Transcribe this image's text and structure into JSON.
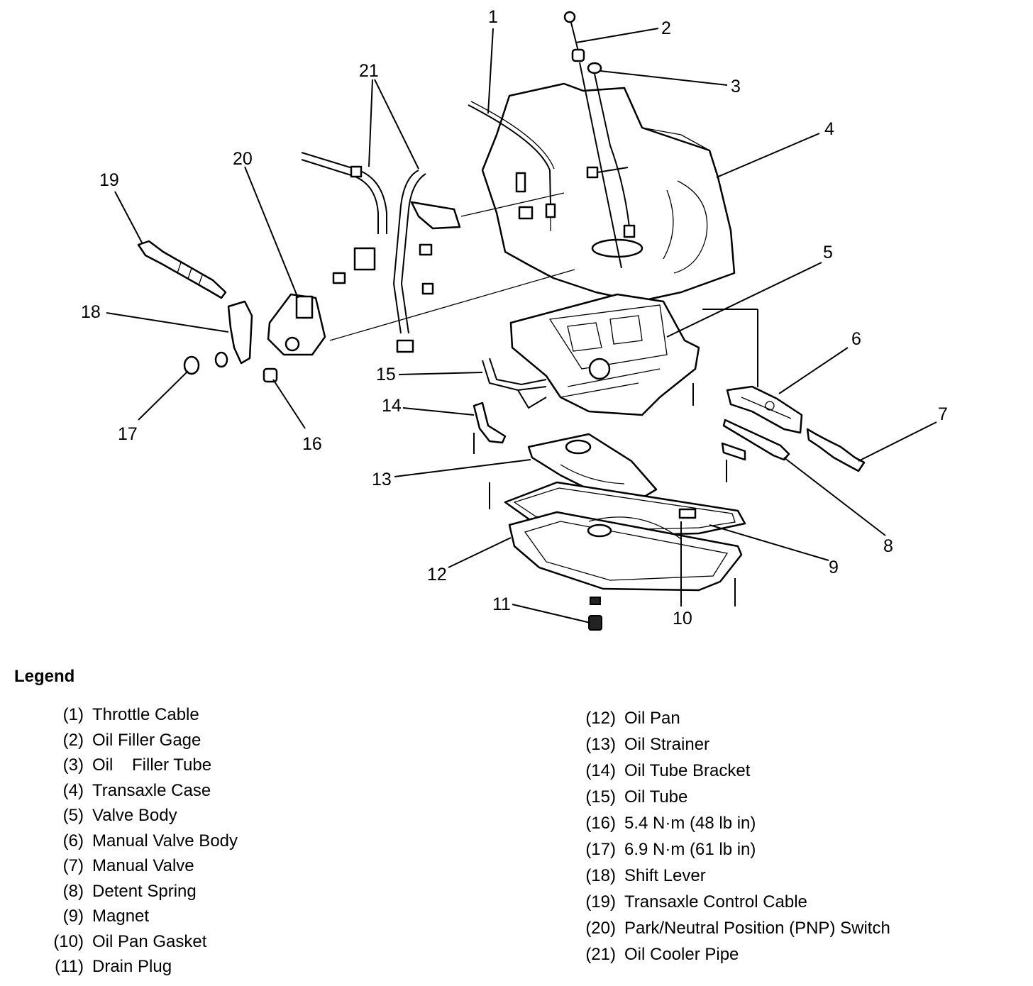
{
  "callouts": [
    "1",
    "2",
    "3",
    "4",
    "5",
    "6",
    "7",
    "8",
    "9",
    "10",
    "11",
    "12",
    "13",
    "14",
    "15",
    "16",
    "17",
    "18",
    "19",
    "20",
    "21"
  ],
  "legend": {
    "title": "Legend",
    "left": [
      {
        "num": "(1)",
        "label": "Throttle Cable"
      },
      {
        "num": "(2)",
        "label": "Oil Filler Gage"
      },
      {
        "num": "(3)",
        "label": "Oil    Filler Tube"
      },
      {
        "num": "(4)",
        "label": "Transaxle Case"
      },
      {
        "num": "(5)",
        "label": "Valve Body"
      },
      {
        "num": "(6)",
        "label": "Manual Valve Body"
      },
      {
        "num": "(7)",
        "label": "Manual Valve"
      },
      {
        "num": "(8)",
        "label": "Detent Spring"
      },
      {
        "num": "(9)",
        "label": "Magnet"
      },
      {
        "num": "(10)",
        "label": "Oil Pan Gasket"
      },
      {
        "num": "(11)",
        "label": "Drain Plug"
      }
    ],
    "right": [
      {
        "num": "(12)",
        "label": "Oil Pan"
      },
      {
        "num": "(13)",
        "label": "Oil Strainer"
      },
      {
        "num": "(14)",
        "label": "Oil Tube Bracket"
      },
      {
        "num": "(15)",
        "label": "Oil Tube"
      },
      {
        "num": "(16)",
        "label": "5.4 N·m (48 lb in)"
      },
      {
        "num": "(17)",
        "label": "6.9 N·m (61 lb in)"
      },
      {
        "num": "(18)",
        "label": "Shift Lever"
      },
      {
        "num": "(19)",
        "label": "Transaxle Control Cable"
      },
      {
        "num": "(20)",
        "label": "Park/Neutral Position (PNP) Switch"
      },
      {
        "num": "(21)",
        "label": "Oil Cooler Pipe"
      }
    ]
  }
}
